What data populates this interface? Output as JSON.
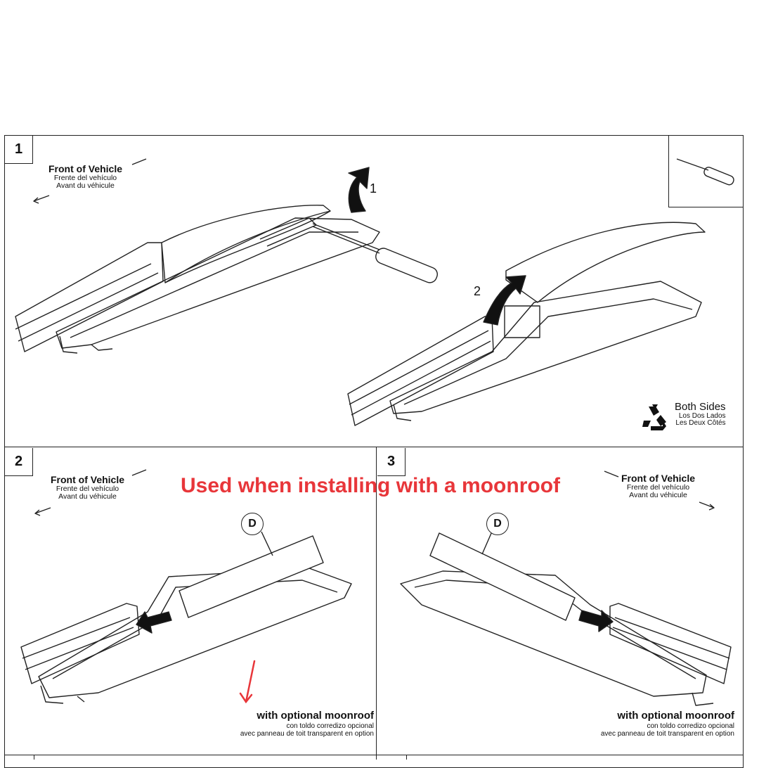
{
  "overlay_note": "Used when installing with a moonroof",
  "panel1": {
    "step": "1",
    "front_en": "Front of Vehicle",
    "front_es": "Frente del vehículo",
    "front_fr": "Avant du véhicule",
    "callout_1": "1",
    "callout_2": "2",
    "both_en": "Both Sides",
    "both_es": "Los Dos Lados",
    "both_fr": "Les Deux Côtés",
    "tool_icon": "screwdriver-icon",
    "recycle_icon": "recycle-icon"
  },
  "panel2": {
    "step": "2",
    "front_en": "Front of Vehicle",
    "front_es": "Frente del vehículo",
    "front_fr": "Avant du véhicule",
    "part_label": "D",
    "caption_en": "with optional moonroof",
    "caption_es": "con toldo corredizo opcional",
    "caption_fr": "avec panneau de toit transparent en option"
  },
  "panel3": {
    "step": "3",
    "front_en": "Front of Vehicle",
    "front_es": "Frente del vehículo",
    "front_fr": "Avant du véhicule",
    "part_label": "D",
    "caption_en": "with optional moonroof",
    "caption_es": "con toldo corredizo opcional",
    "caption_fr": "avec panneau de toit transparent en option"
  },
  "colors": {
    "annotation_red": "#e8363a",
    "line": "#222222"
  }
}
